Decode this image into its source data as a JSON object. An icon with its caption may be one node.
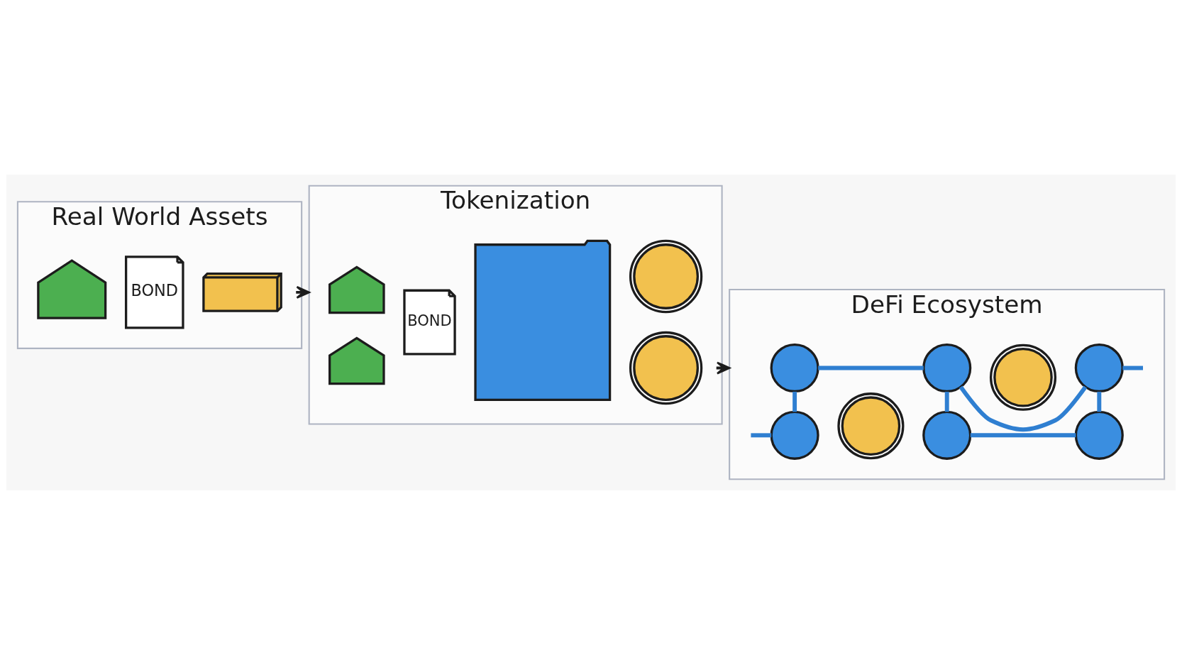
{
  "diagram": {
    "nodes": [
      {
        "text": [
          "Real World Assets"
        ]
      },
      {
        "text": [],
        "shape": "house",
        "in": 0
      },
      {
        "text": [
          "BOND"
        ],
        "in": 0
      },
      {
        "text": [],
        "shape": "bar",
        "in": 0
      },
      {
        "text": [
          "Tokenization"
        ]
      },
      {
        "text": [],
        "shape": "house",
        "in": 4
      },
      {
        "text": [],
        "shape": "house",
        "in": 4
      },
      {
        "text": [
          "BOND"
        ],
        "in": 4
      },
      {
        "text": [],
        "shape": "box",
        "in": 4
      },
      {
        "text": [],
        "shape": "circle",
        "in": 4
      },
      {
        "text": [],
        "shape": "circle",
        "in": 4
      },
      {
        "text": [
          "DeFi Ecosystem"
        ]
      },
      {
        "text": [],
        "shape": "circle",
        "in": 11
      },
      {
        "text": [],
        "shape": "circle",
        "in": 11
      },
      {
        "text": [],
        "shape": "circle",
        "in": 11
      },
      {
        "text": [],
        "shape": "circle",
        "in": 11
      },
      {
        "text": [],
        "shape": "circle",
        "in": 11
      },
      {
        "text": [],
        "shape": "circle",
        "in": 11
      },
      {
        "text": [],
        "shape": "circle",
        "in": 11
      },
      {
        "text": [],
        "shape": "circle",
        "in": 11
      }
    ],
    "edges": [
      {
        "from": 0,
        "to": 4,
        "arrow": "to",
        "color": "#1c1c1c"
      },
      {
        "from": 4,
        "to": 11,
        "arrow": "to",
        "color": "#1c1c1c"
      },
      {
        "from": 12,
        "to": 13,
        "arrow": "none"
      },
      {
        "from": 13,
        "to": 15,
        "arrow": "none"
      },
      {
        "from": 15,
        "to": null,
        "arrow": "none"
      },
      {
        "from": 12,
        "to": 16,
        "arrow": "none"
      },
      {
        "from": 13,
        "to": 18,
        "arrow": "none"
      },
      {
        "from": 15,
        "to": 19,
        "arrow": "none"
      },
      {
        "from": null,
        "to": 16,
        "arrow": "none"
      },
      {
        "from": 18,
        "to": 19,
        "arrow": "none"
      }
    ]
  }
}
